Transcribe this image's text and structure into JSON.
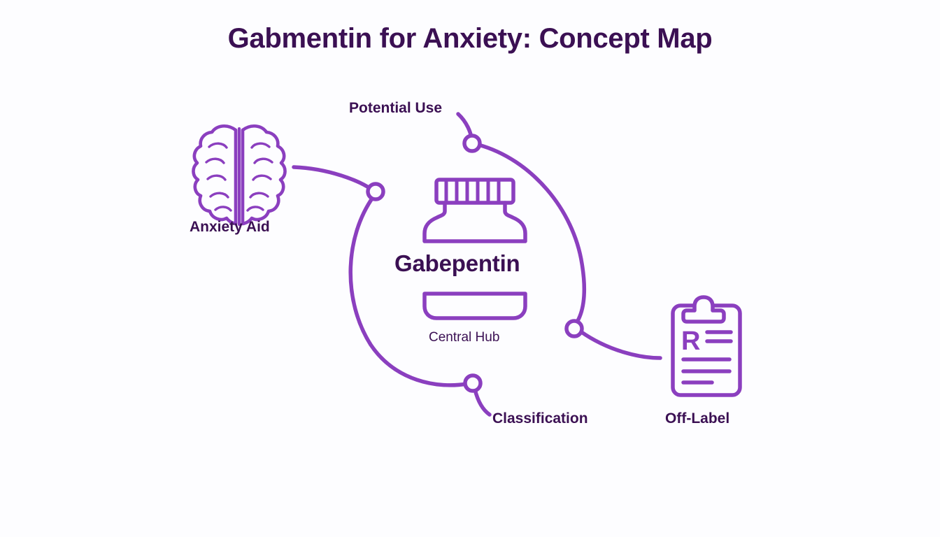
{
  "page": {
    "title": "Gabmentin for Anxiety: Concept Map",
    "background_color": "#fdfdff",
    "accent_color": "#8b3fbf",
    "text_color": "#3b1053"
  },
  "hub": {
    "name": "Gabepentin",
    "sub_label": "Central Hub",
    "icon": "pill-bottle-icon"
  },
  "nodes": [
    {
      "id": "anxiety-aid",
      "label": "Anxiety Aid",
      "icon": "brain-icon"
    },
    {
      "id": "potential-use",
      "label": "Potential Use",
      "icon": "connector-dot-icon"
    },
    {
      "id": "classification",
      "label": "Classification",
      "icon": "connector-dot-icon"
    },
    {
      "id": "off-label",
      "label": "Off-Label",
      "icon": "prescription-clipboard-icon"
    }
  ],
  "clipboard": {
    "rx_symbol": "R"
  }
}
